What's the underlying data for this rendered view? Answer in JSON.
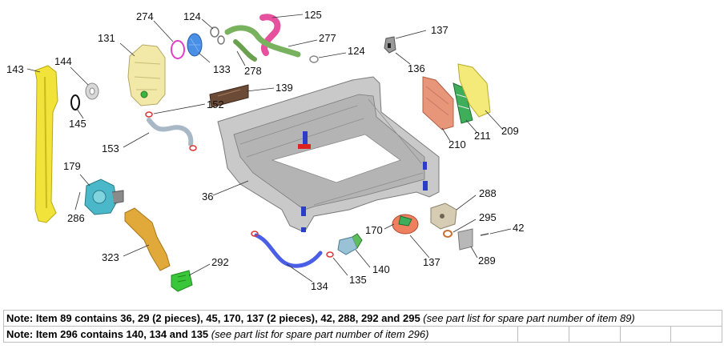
{
  "labels": {
    "l143": "143",
    "l144": "144",
    "l145": "145",
    "l131": "131",
    "l274": "274",
    "l124a": "124",
    "l125": "125",
    "l133": "133",
    "l278": "278",
    "l277": "277",
    "l124b": "124",
    "l139": "139",
    "l152": "152",
    "l153": "153",
    "l179": "179",
    "l286": "286",
    "l36": "36",
    "l323": "323",
    "l292": "292",
    "l137a": "137",
    "l136": "136",
    "l209": "209",
    "l211": "211",
    "l210": "210",
    "l288": "288",
    "l170": "170",
    "l295": "295",
    "l42": "42",
    "l137b": "137",
    "l289": "289",
    "l140": "140",
    "l135": "135",
    "l134": "134"
  },
  "notes": [
    {
      "bold": "Note: Item 89 contains 36, 29 (2 pieces), 45, 170, 137 (2 pieces), 42, 288, 292 and 295",
      "italic": " (see part list for spare part number of item 89)"
    },
    {
      "bold": "Note: Item 296 contains 140, 134 and 135",
      "italic": " (see part list for spare part number of item 296)"
    }
  ]
}
